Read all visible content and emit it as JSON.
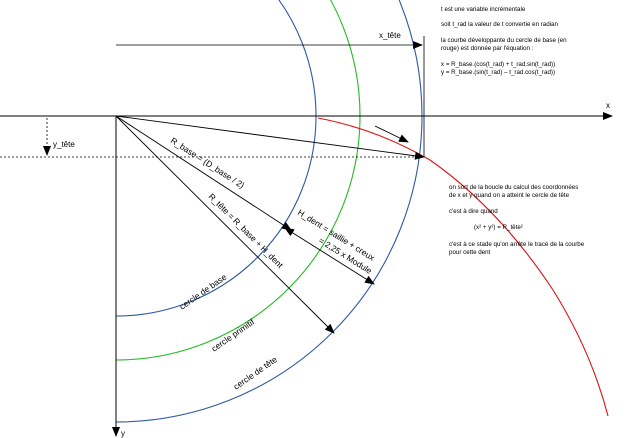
{
  "diagram": {
    "axes": {
      "x_label": "x",
      "y_label": "y"
    },
    "circles": {
      "base_label": "cercle de base",
      "primitif_label": "cercle primitif",
      "tete_label": "cercle de tête"
    },
    "dimensions": {
      "x_tete": "x_tête",
      "y_tete": "y_tête",
      "r_base": "R_base = (D_base / 2)",
      "r_tete": "R_tête = R_base + H_dent",
      "h_dent_line1": "H_dent = saillie + creux",
      "h_dent_line2": "= 2,25 x Module"
    },
    "colors": {
      "base_circle": "#2e5aa8",
      "primitif_circle": "#22bb22",
      "tete_circle": "#2e5aa8",
      "involute": "#e01010",
      "lines": "#000000"
    }
  },
  "notes_top": [
    "t est une variable incrémentale",
    "soit t_rad la valeur de t convertie en radian",
    "la courbe développante du cercle de base (en",
    "rouge) est donnée par l'équation :",
    "x = R_base.(cos(t_rad) + t_rad.sin(t_rad))",
    "y = R_base.(sin(t_rad) – t_rad.cos(t_rad))"
  ],
  "notes_side": [
    "on sort de la boucle du calcul des coordonnées",
    "de x et y quand on a atteint le cercle de tête",
    "c'est à dire quand",
    "(x² + y²) = R_tête²",
    "c'est à ce stade qu'on arrête le tracé de la courbe",
    "pour cette dent"
  ]
}
